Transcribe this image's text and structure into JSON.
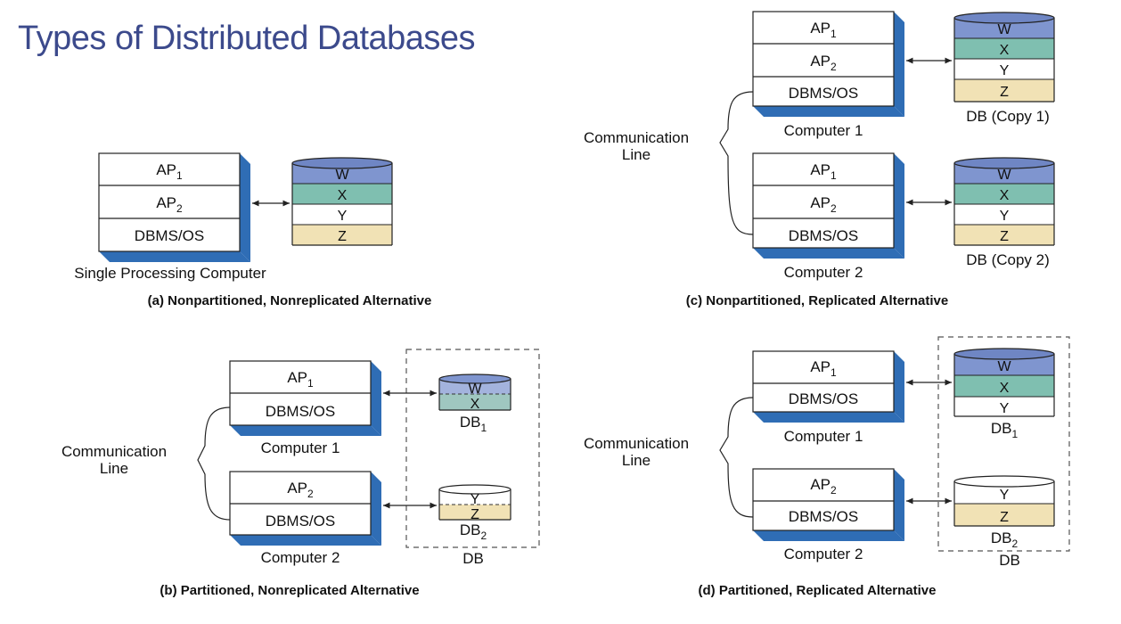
{
  "title": "Types of Distributed Databases",
  "colors": {
    "title": "#3c4a8c",
    "blue_edge": "#2f6db5",
    "W": "#7f95cf",
    "X": "#7fbfb0",
    "Y": "#ffffff",
    "Z": "#f1e2b5"
  },
  "labels": {
    "ap": "AP",
    "sub1": "1",
    "sub2": "2",
    "dbms": "DBMS/OS",
    "db": "DB",
    "comm1": "Communication",
    "comm2": "Line",
    "single_computer": "Single Processing Computer",
    "computer1": "Computer 1",
    "computer2": "Computer 2",
    "copy1": "DB (Copy 1)",
    "copy2": "DB (Copy 2)",
    "W": "W",
    "X": "X",
    "Y": "Y",
    "Z": "Z"
  },
  "captions": {
    "a": "(a) Nonpartitioned, Nonreplicated Alternative",
    "b": "(b) Partitioned, Nonreplicated Alternative",
    "c": "(c) Nonpartitioned, Replicated Alternative",
    "d": "(d) Partitioned, Replicated Alternative"
  }
}
